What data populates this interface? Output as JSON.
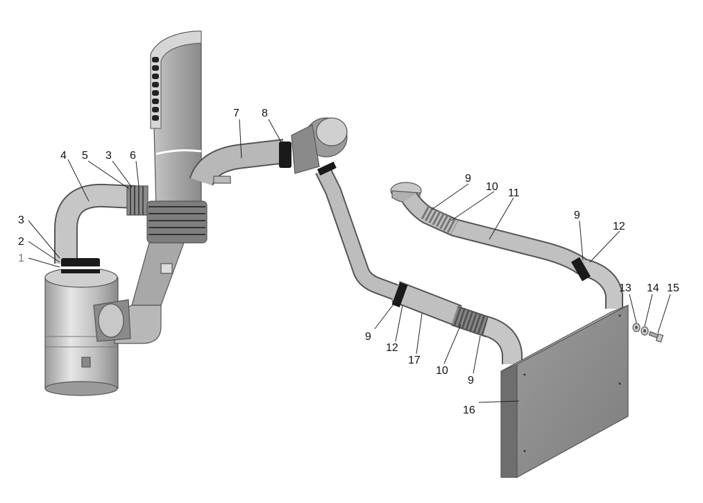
{
  "diagram": {
    "labels": {
      "l1": "1",
      "l2": "2",
      "l3a": "3",
      "l3b": "3",
      "l4": "4",
      "l5": "5",
      "l6": "6",
      "l7": "7",
      "l8": "8",
      "l9a": "9",
      "l9b": "9",
      "l9c": "9",
      "l9d": "9",
      "l10a": "10",
      "l10b": "10",
      "l11": "11",
      "l12a": "12",
      "l12b": "12",
      "l13": "13",
      "l14": "14",
      "l15": "15",
      "l16": "16",
      "l17": "17"
    },
    "colors": {
      "metal_light": "#d4d4d4",
      "metal_mid": "#a8a8a8",
      "metal_dark": "#6e6e6e",
      "clamp": "#1a1a1a",
      "panel": "#8c8c8c"
    }
  }
}
